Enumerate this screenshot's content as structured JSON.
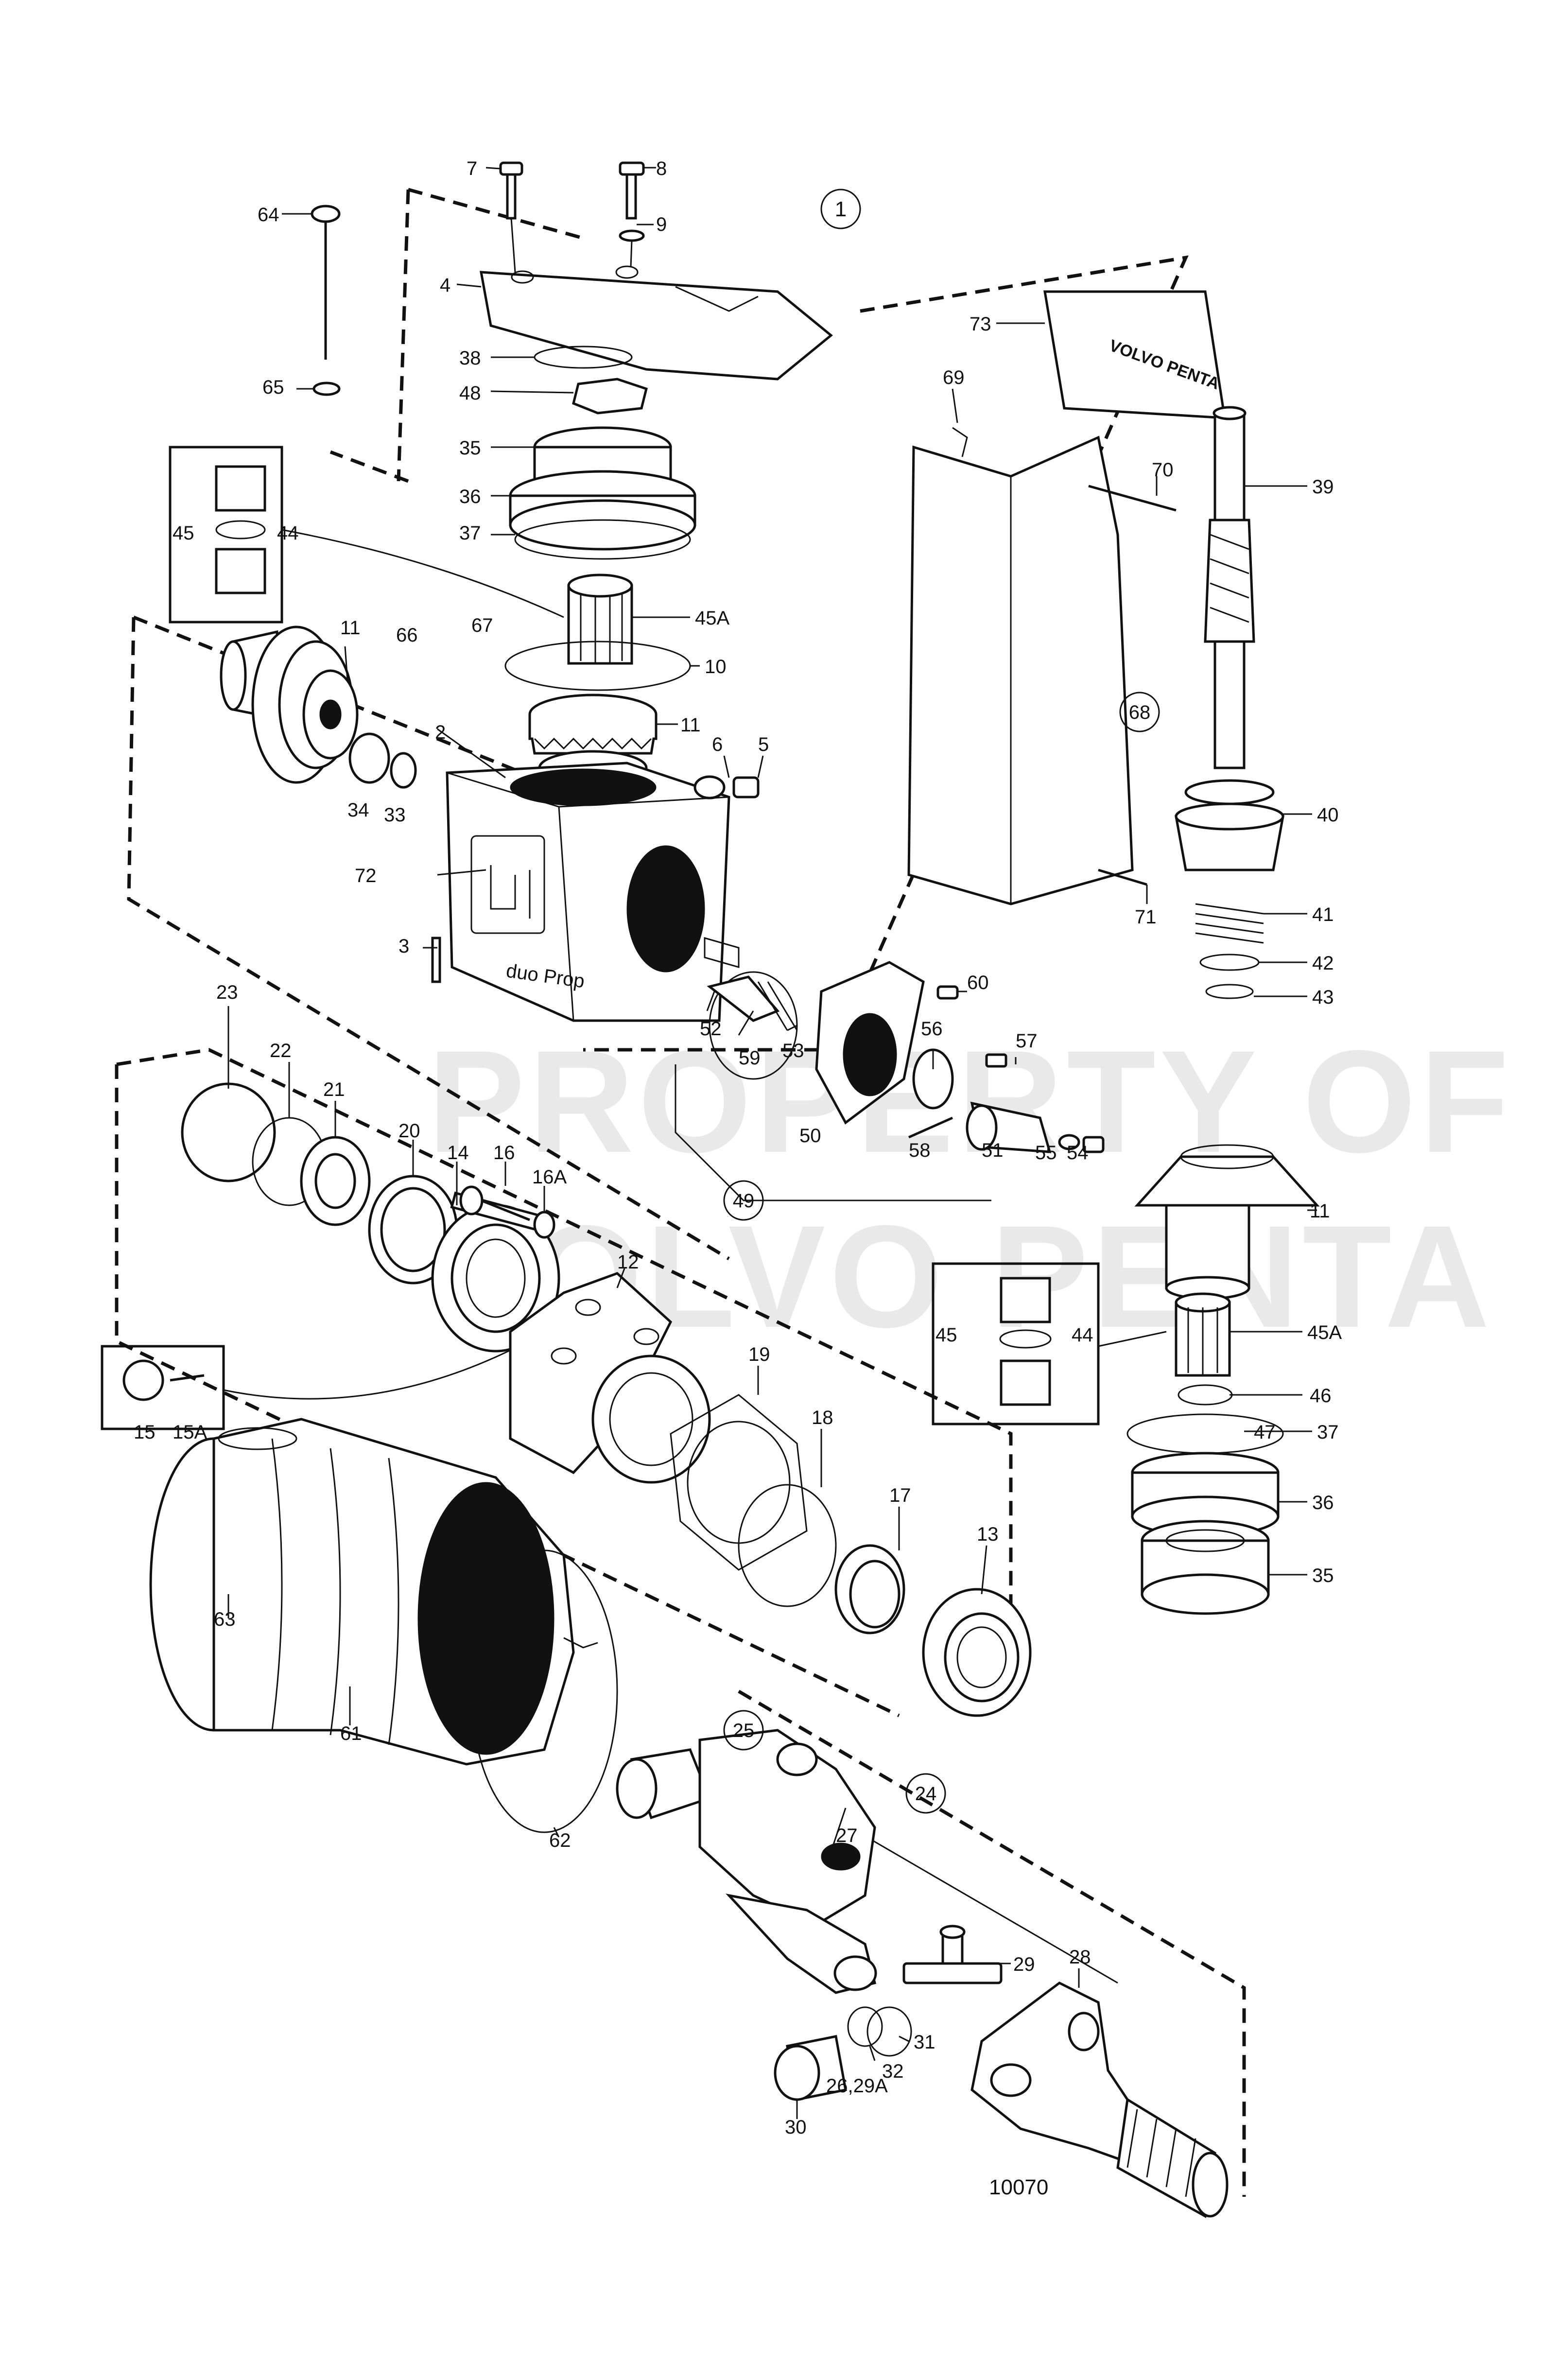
{
  "diagram": {
    "drawing_number": "10070",
    "watermark": [
      "PROPERTY OF",
      "VOLVO PENTA"
    ],
    "group_number": "1",
    "logo_text": "duo Prop",
    "box_logo": "VOLVO PENTA",
    "labels": [
      {
        "id": "7",
        "text": "7"
      },
      {
        "id": "8",
        "text": "8"
      },
      {
        "id": "9",
        "text": "9"
      },
      {
        "id": "64",
        "text": "64"
      },
      {
        "id": "4",
        "text": "4"
      },
      {
        "id": "38",
        "text": "38"
      },
      {
        "id": "48",
        "text": "48"
      },
      {
        "id": "65",
        "text": "65"
      },
      {
        "id": "35a",
        "text": "35"
      },
      {
        "id": "36a",
        "text": "36"
      },
      {
        "id": "37a",
        "text": "37"
      },
      {
        "id": "45a",
        "text": "45"
      },
      {
        "id": "44a",
        "text": "44"
      },
      {
        "id": "45Aa",
        "text": "45A"
      },
      {
        "id": "10",
        "text": "10"
      },
      {
        "id": "11a",
        "text": "11"
      },
      {
        "id": "66",
        "text": "66"
      },
      {
        "id": "67",
        "text": "67"
      },
      {
        "id": "11b",
        "text": "11"
      },
      {
        "id": "2",
        "text": "2"
      },
      {
        "id": "6",
        "text": "6"
      },
      {
        "id": "5",
        "text": "5"
      },
      {
        "id": "34",
        "text": "34"
      },
      {
        "id": "33",
        "text": "33"
      },
      {
        "id": "72",
        "text": "72"
      },
      {
        "id": "3",
        "text": "3"
      },
      {
        "id": "73",
        "text": "73"
      },
      {
        "id": "69",
        "text": "69"
      },
      {
        "id": "70",
        "text": "70"
      },
      {
        "id": "39",
        "text": "39"
      },
      {
        "id": "40",
        "text": "40"
      },
      {
        "id": "41",
        "text": "41"
      },
      {
        "id": "42",
        "text": "42"
      },
      {
        "id": "43",
        "text": "43"
      },
      {
        "id": "71",
        "text": "71"
      },
      {
        "id": "60",
        "text": "60"
      },
      {
        "id": "56",
        "text": "56"
      },
      {
        "id": "57",
        "text": "57"
      },
      {
        "id": "52",
        "text": "52"
      },
      {
        "id": "59",
        "text": "59"
      },
      {
        "id": "53",
        "text": "53"
      },
      {
        "id": "50",
        "text": "50"
      },
      {
        "id": "58",
        "text": "58"
      },
      {
        "id": "51",
        "text": "51"
      },
      {
        "id": "55",
        "text": "55"
      },
      {
        "id": "54",
        "text": "54"
      },
      {
        "id": "11c",
        "text": "11"
      },
      {
        "id": "23",
        "text": "23"
      },
      {
        "id": "22",
        "text": "22"
      },
      {
        "id": "21",
        "text": "21"
      },
      {
        "id": "20",
        "text": "20"
      },
      {
        "id": "14",
        "text": "14"
      },
      {
        "id": "16",
        "text": "16"
      },
      {
        "id": "16A",
        "text": "16A"
      },
      {
        "id": "12",
        "text": "12"
      },
      {
        "id": "45b",
        "text": "45"
      },
      {
        "id": "44b",
        "text": "44"
      },
      {
        "id": "45Ab",
        "text": "45A"
      },
      {
        "id": "46",
        "text": "46"
      },
      {
        "id": "47",
        "text": "47"
      },
      {
        "id": "37b",
        "text": "37"
      },
      {
        "id": "36b",
        "text": "36"
      },
      {
        "id": "35b",
        "text": "35"
      },
      {
        "id": "15",
        "text": "15"
      },
      {
        "id": "15A",
        "text": "15A"
      },
      {
        "id": "19",
        "text": "19"
      },
      {
        "id": "18",
        "text": "18"
      },
      {
        "id": "17",
        "text": "17"
      },
      {
        "id": "13",
        "text": "13"
      },
      {
        "id": "63",
        "text": "63"
      },
      {
        "id": "61",
        "text": "61"
      },
      {
        "id": "62",
        "text": "62"
      },
      {
        "id": "27",
        "text": "27"
      },
      {
        "id": "29",
        "text": "29"
      },
      {
        "id": "28",
        "text": "28"
      },
      {
        "id": "31",
        "text": "31"
      },
      {
        "id": "32",
        "text": "32"
      },
      {
        "id": "30",
        "text": "30"
      },
      {
        "id": "2629A",
        "text": "26,29A"
      }
    ],
    "circled_labels": [
      {
        "id": "68",
        "text": "68"
      },
      {
        "id": "49",
        "text": "49"
      },
      {
        "id": "25",
        "text": "25"
      },
      {
        "id": "24",
        "text": "24"
      }
    ]
  }
}
